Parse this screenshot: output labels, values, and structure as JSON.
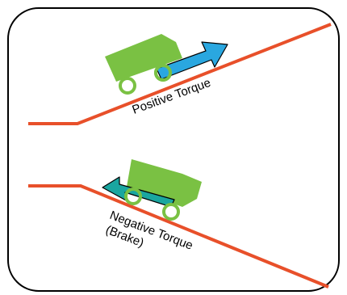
{
  "labels": {
    "positive": "Positive Torque",
    "negative_line1": "Negative Torque",
    "negative_line2": "(Brake)"
  },
  "colors": {
    "frame_stroke": "#000000",
    "slope": "#e8502a",
    "cart_body": "#7ac143",
    "wheel_fill": "#ffffff",
    "wheel_stroke": "#7ac143",
    "arrow_positive": "#2aa7e0",
    "arrow_negative": "#1aa6a0",
    "arrow_outline": "#000000"
  },
  "icons": {
    "frame": "rounded-rectangle-frame",
    "uphill_cart": "cart-icon",
    "downhill_cart": "cart-icon",
    "positive_arrow": "arrow-right-up-icon",
    "negative_arrow": "arrow-left-up-icon"
  }
}
